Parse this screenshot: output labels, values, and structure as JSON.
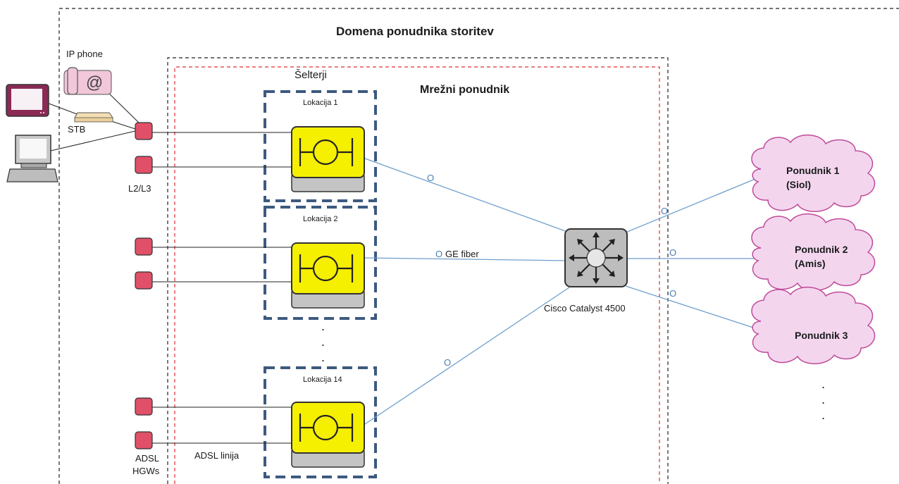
{
  "domain_title": "Domena ponudnika storitev",
  "network_title": "Mrežni ponudnik",
  "shelters_label": "Šelterji",
  "locations": [
    {
      "label": "Lokacija 1"
    },
    {
      "label": "Lokacija 2"
    },
    {
      "label": "Lokacija 14"
    }
  ],
  "ip_phone_label": "IP phone",
  "stb_label": "STB",
  "l2l3_label": "L2/L3",
  "adsl_hgw_label_1": "ADSL",
  "adsl_hgw_label_2": "HGWs",
  "adsl_line_label": "ADSL linija",
  "ge_fiber_label": "GE fiber",
  "switch_label": "Cisco Catalyst  4500",
  "link_marker": "O",
  "vertical_dots": ".",
  "providers": [
    {
      "line1": "Ponudnik 1",
      "line2": "(Siol)"
    },
    {
      "line1": "Ponudnik 2",
      "line2": "(Amis)"
    },
    {
      "line1": "Ponudnik 3",
      "line2": ""
    }
  ],
  "colors": {
    "dslam_fill": "#f5ef00",
    "dslam_base": "#c4c4c4",
    "hgw_fill": "#e05068",
    "cloud_fill": "#f3d6ee",
    "cloud_stroke": "#c04a9a",
    "link_blue": "#6e9fcc",
    "shelter_dash": "#3d5a80",
    "red_dash": "#e03030"
  }
}
